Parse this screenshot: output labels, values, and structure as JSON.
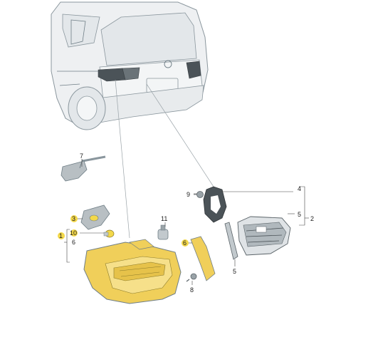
{
  "colors": {
    "car_body": "#eef0f2",
    "car_outline": "#8a969d",
    "lamp_amber": "#f0cf5a",
    "highlight": "#f3d84a",
    "part_gray": "#9aa3a8",
    "dark_gray": "#4b5358"
  },
  "labels": {
    "p1": "1",
    "p2": "2",
    "p3": "3",
    "p4": "4",
    "p5a": "5",
    "p5b": "5",
    "p6a": "6",
    "p6b": "6",
    "p7": "7",
    "p8": "8",
    "p9": "9",
    "p10": "10",
    "p11": "11"
  }
}
